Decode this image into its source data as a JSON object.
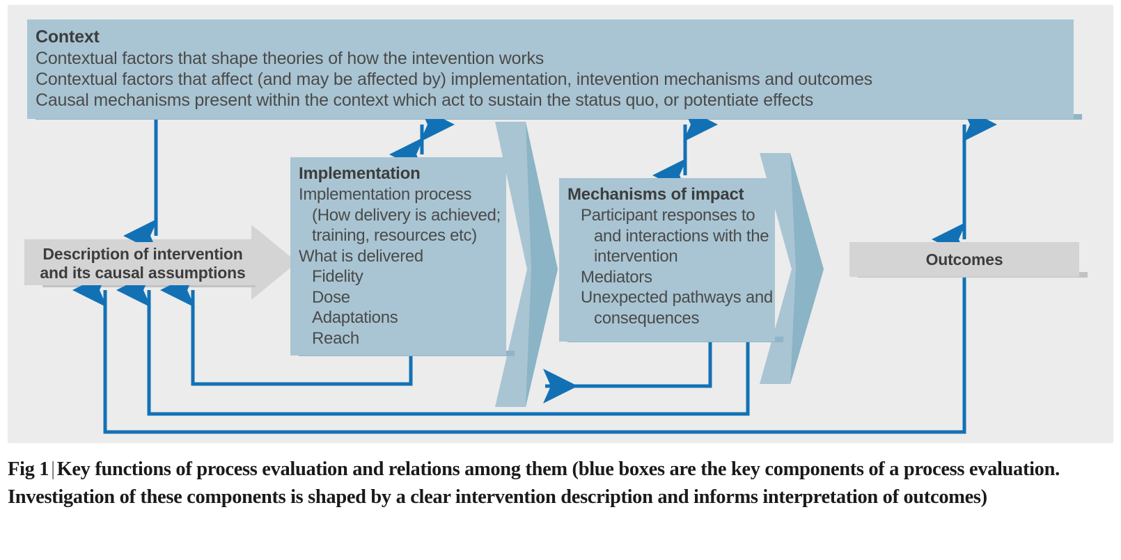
{
  "figure": {
    "context": {
      "title": "Context",
      "lines": [
        "Contextual factors that shape theories of how the intevention works",
        "Contextual factors that  affect (and may be affected by) implementation, intevention mechanisms and outcomes",
        "Causal mechanisms present within the context which act to sustain the status quo, or potentiate effects"
      ]
    },
    "implementation": {
      "title": "Implementation",
      "lines": [
        "Implementation process (How delivery is achieved; training, resources etc)",
        "What is delivered",
        "Fidelity",
        "Dose",
        "Adaptations",
        "Reach"
      ]
    },
    "mechanisms": {
      "title": "Mechanisms of impact",
      "lines": [
        "Participant responses to and interactions with the intervention",
        "Mediators",
        "Unexpected pathways and consequences"
      ]
    },
    "description": {
      "line1": "Description of intervention",
      "line2": "and its causal assumptions"
    },
    "outcomes": {
      "label": "Outcomes"
    },
    "colors": {
      "panel_background": "#ececec",
      "blue_box": "#a9c5d3",
      "blue_chevron": "#a9c5d3",
      "grey_box": "#d4d4d4",
      "grey_chevron": "#d4d4d4",
      "arrow_blue": "#1271b5",
      "text_dark": "#3d3d3d",
      "text_body": "#4a4a4a"
    }
  },
  "caption": {
    "figure_number": "Fig 1",
    "separator": "|",
    "text": "Key functions of process evaluation and relations among them (blue boxes are the key components of a process evaluation. Investigation of these components is shaped by a clear intervention description and informs interpretation of outcomes)"
  }
}
